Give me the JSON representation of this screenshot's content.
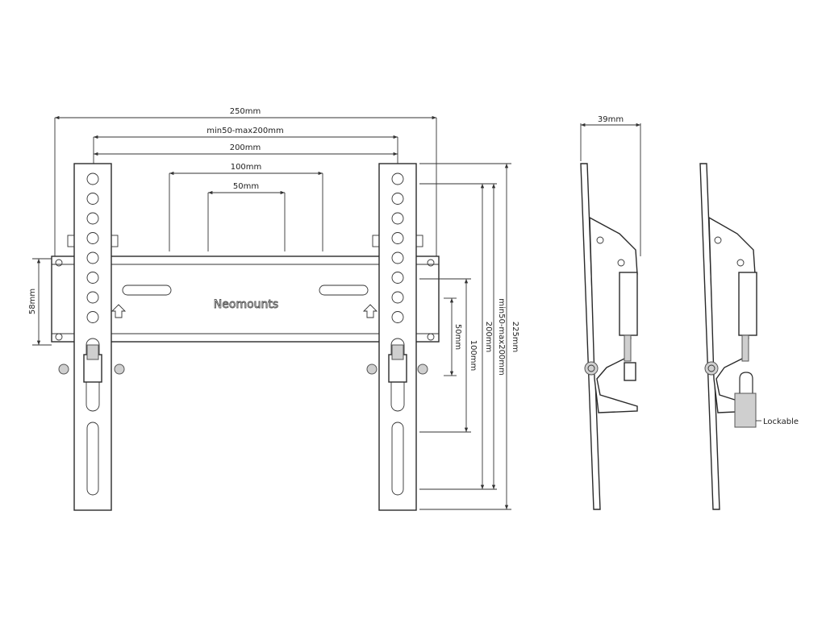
{
  "dimensions": {
    "total_width": "250mm",
    "vesa_range_h": "min50-max200mm",
    "vesa_200": "200mm",
    "vesa_100": "100mm",
    "vesa_50": "50mm",
    "plate_height": "58mm",
    "depth": "39mm",
    "total_height": "225mm",
    "vesa_range_v": "min50-max200mm",
    "v_200": "200mm",
    "v_100": "100mm",
    "v_50": "50mm"
  },
  "brand": {
    "logo_text": "Neomounts"
  },
  "labels": {
    "lockable": "Lockable"
  }
}
